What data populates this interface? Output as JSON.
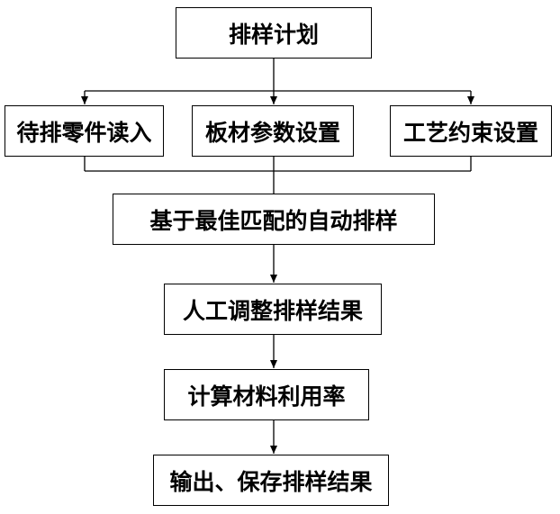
{
  "nodes": {
    "plan": "排样计划",
    "read_parts": "待排零件读入",
    "sheet_params": "板材参数设置",
    "constraints": "工艺约束设置",
    "auto_nesting": "基于最佳匹配的自动排样",
    "manual_adjust": "人工调整排样结果",
    "calc_rate": "计算材料利用率",
    "output_save": "输出、保存排样结果"
  },
  "colors": {
    "stroke": "#000000",
    "background": "#ffffff"
  }
}
